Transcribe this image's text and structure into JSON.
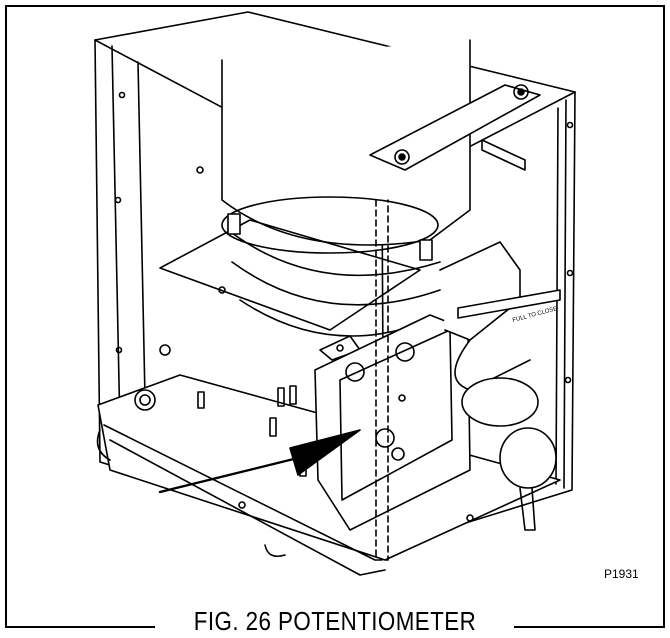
{
  "figure": {
    "title": "FIG. 26 POTENTIOMETER",
    "code": "P1931",
    "label_text": "FULL TO CLOSE"
  },
  "colors": {
    "ink": "#000000",
    "paper": "#ffffff"
  }
}
